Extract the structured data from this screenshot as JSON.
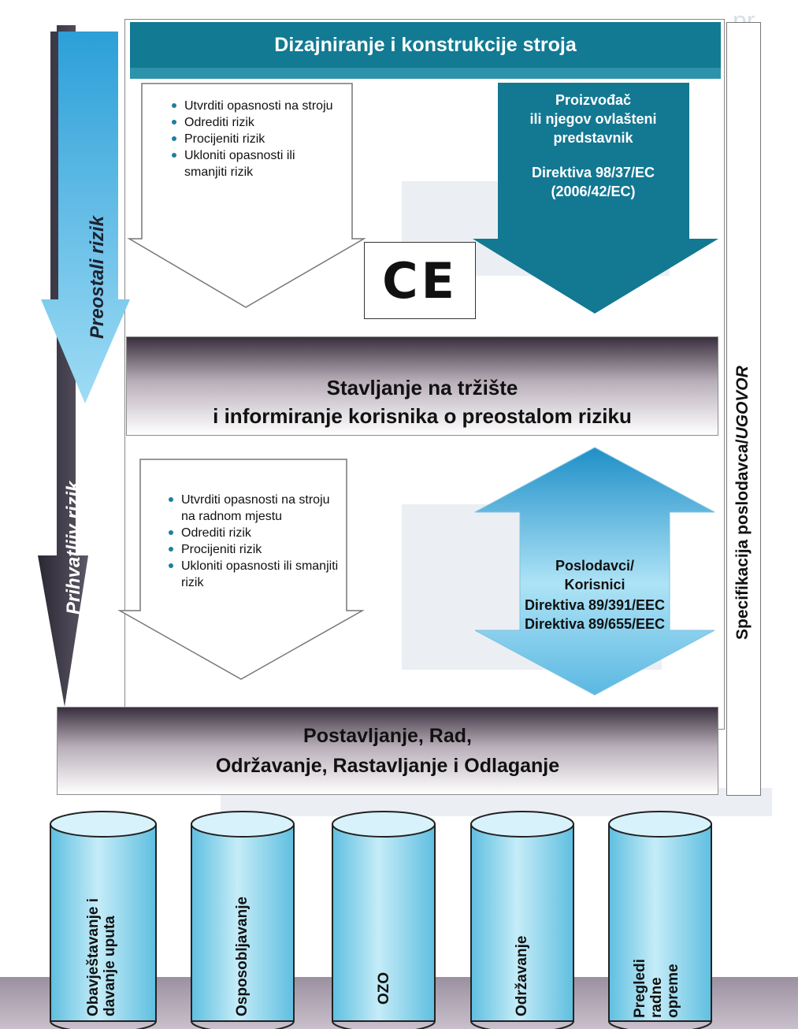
{
  "title": "Dizajniranje i konstrukcije stroja",
  "design_bullets": [
    "Utvrditi opasnosti na stroju",
    "Odrediti rizik",
    "Procijeniti rizik",
    "Ukloniti opasnosti ili smanjiti rizik"
  ],
  "manufacturer": {
    "line1": "Proizvođač",
    "line2": "ili njegov ovlašteni",
    "line3": "predstavnik",
    "directive1": "Direktiva 98/37/EC",
    "directive2": "(2006/42/EC)"
  },
  "ce_mark": "CE",
  "market": {
    "line1": "Stavljanje na tržište",
    "line2": "i informiranje korisnika o preostalom riziku"
  },
  "workplace_bullets": [
    "Utvrditi opasnosti na stroju na radnom mjestu",
    "Odrediti rizik",
    "Procijeniti rizik",
    "Ukloniti opasnosti ili smanjiti rizik"
  ],
  "employers": {
    "line1": "Poslodavci/",
    "line2": "Korisnici",
    "directive1": "Direktiva 89/391/EEC",
    "directive2": "Direktiva 89/655/EEC"
  },
  "operation": {
    "line1": "Postavljanje, Rad,",
    "line2": "Održavanje, Rastavljanje i Odlaganje"
  },
  "residual_risk_label": "Preostali rizik",
  "acceptable_risk_label": "Prihvatljiv rizik",
  "contract_label": {
    "normal": "Specifikacija poslodavca/",
    "italic": "UGOVOR"
  },
  "pillars": [
    "Obavještavanje i davanje uputa",
    "Osposobljavanje",
    "OZO",
    "Održavanje",
    "Pregledi radne opreme"
  ],
  "colors": {
    "teal": "#127a93",
    "light_blue": "#4fb6e3",
    "dark_arrow": "#2a2733",
    "pillar": "#6ec7e3"
  }
}
